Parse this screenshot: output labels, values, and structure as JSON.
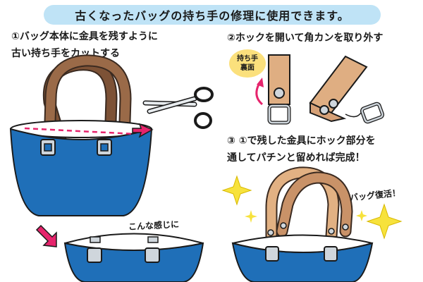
{
  "banner": {
    "title": "古くなったバッグの持ち手の修理に使用できます。"
  },
  "steps": [
    {
      "line1": "①バッグ本体に金具を残すように",
      "line2": "古い持ち手をカットする"
    },
    {
      "line1": "②ホックを開いて角カンを取り外す"
    },
    {
      "line1": "③ ①で残した金具にホック部分を",
      "line2": "通してパチンと留めれば完成！"
    }
  ],
  "labels": {
    "like_this": "こんな感じに",
    "handle_back_1": "持ち手",
    "handle_back_2": "裏面",
    "revived": "バッグ復活！"
  },
  "colors": {
    "bag_blue": "#1f6fb8",
    "brown_handle": "#8a5d3f",
    "tan_handle": "#dfae82",
    "arrow_pink": "#e6246c",
    "sparkle": "#f7e23c",
    "banner_bg": "#bfe3f6"
  }
}
